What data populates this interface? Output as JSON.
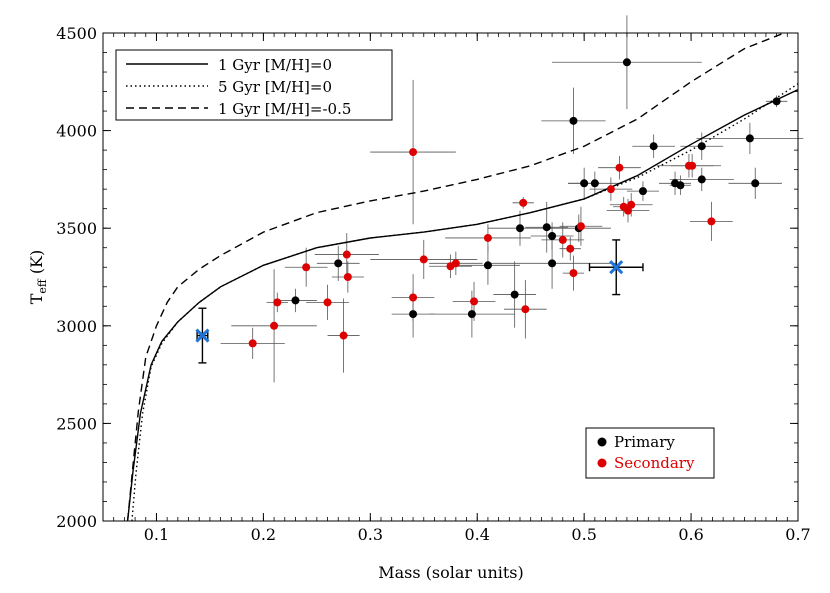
{
  "chart_data": {
    "type": "scatter",
    "xlabel": "Mass (solar units)",
    "ylabel_main": "T",
    "ylabel_sub": "eff",
    "ylabel_unit": " (K)",
    "xlim": [
      0.05,
      0.7
    ],
    "ylim": [
      2000,
      4500
    ],
    "x_ticks": [
      0.1,
      0.2,
      0.3,
      0.4,
      0.5,
      0.6,
      0.7
    ],
    "x_tick_labels": [
      "0.1",
      "0.2",
      "0.3",
      "0.4",
      "0.5",
      "0.6",
      "0.7"
    ],
    "y_ticks": [
      2000,
      2500,
      3000,
      3500,
      4000,
      4500
    ],
    "y_tick_labels": [
      "2000",
      "2500",
      "3000",
      "3500",
      "4000",
      "4500"
    ],
    "grid": false,
    "models_legend_position": "top-left",
    "points_legend_position": "bottom-right",
    "models": [
      {
        "name": "1 Gyr [M/H]=0",
        "style": "solid",
        "x": [
          0.073,
          0.078,
          0.085,
          0.095,
          0.105,
          0.12,
          0.14,
          0.16,
          0.2,
          0.25,
          0.3,
          0.35,
          0.4,
          0.45,
          0.5,
          0.55,
          0.6,
          0.65,
          0.7
        ],
        "y": [
          2000,
          2250,
          2550,
          2800,
          2920,
          3020,
          3120,
          3200,
          3310,
          3400,
          3450,
          3480,
          3520,
          3580,
          3650,
          3770,
          3930,
          4080,
          4210
        ]
      },
      {
        "name": "5 Gyr [M/H]=0",
        "style": "dotted",
        "x": [
          0.077,
          0.081,
          0.087,
          0.095,
          0.105,
          0.12,
          0.14,
          0.16,
          0.2,
          0.25,
          0.3,
          0.35,
          0.4,
          0.45,
          0.5,
          0.55,
          0.6,
          0.65,
          0.7
        ],
        "y": [
          2000,
          2250,
          2550,
          2790,
          2910,
          3020,
          3120,
          3200,
          3310,
          3400,
          3450,
          3480,
          3520,
          3580,
          3650,
          3760,
          3900,
          4060,
          4240
        ]
      },
      {
        "name": "1 Gyr [M/H]=-0.5",
        "style": "dashed",
        "x": [
          0.073,
          0.078,
          0.083,
          0.09,
          0.1,
          0.11,
          0.12,
          0.14,
          0.16,
          0.2,
          0.25,
          0.3,
          0.35,
          0.4,
          0.45,
          0.5,
          0.55,
          0.6,
          0.65,
          0.687
        ],
        "y": [
          2000,
          2280,
          2560,
          2840,
          3000,
          3120,
          3200,
          3290,
          3360,
          3480,
          3580,
          3640,
          3690,
          3750,
          3820,
          3920,
          4060,
          4250,
          4420,
          4500
        ]
      }
    ],
    "series": [
      {
        "name": "Primary",
        "color": "#000000",
        "points": [
          {
            "x": 0.23,
            "y": 3130,
            "xerr": 0.02,
            "yerr": 60
          },
          {
            "x": 0.27,
            "y": 3320,
            "xerr": 0.02,
            "yerr": 90
          },
          {
            "x": 0.34,
            "y": 3060,
            "xerr": 0.02,
            "yerr": 120
          },
          {
            "x": 0.395,
            "y": 3060,
            "xerr": 0.04,
            "yerr": 120
          },
          {
            "x": 0.41,
            "y": 3310,
            "xerr": 0.03,
            "yerr": 100
          },
          {
            "x": 0.435,
            "y": 3160,
            "xerr": 0.02,
            "yerr": 170
          },
          {
            "x": 0.44,
            "y": 3500,
            "xerr": 0.03,
            "yerr": 90
          },
          {
            "x": 0.465,
            "y": 3505,
            "xerr": 0.02,
            "yerr": 130
          },
          {
            "x": 0.47,
            "y": 3460,
            "xerr": 0.02,
            "yerr": 70
          },
          {
            "x": 0.47,
            "y": 3320,
            "xerr": 0.06,
            "yerr": 130
          },
          {
            "x": 0.49,
            "y": 4050,
            "xerr": 0.03,
            "yerr": 170
          },
          {
            "x": 0.495,
            "y": 3500,
            "xerr": 0.03,
            "yerr": 70
          },
          {
            "x": 0.5,
            "y": 3730,
            "xerr": 0.015,
            "yerr": 80
          },
          {
            "x": 0.51,
            "y": 3730,
            "xerr": 0.025,
            "yerr": 60
          },
          {
            "x": 0.54,
            "y": 4350,
            "xerr": 0.07,
            "yerr": 240
          },
          {
            "x": 0.555,
            "y": 3690,
            "xerr": 0.015,
            "yerr": 50
          },
          {
            "x": 0.565,
            "y": 3920,
            "xerr": 0.02,
            "yerr": 60
          },
          {
            "x": 0.585,
            "y": 3730,
            "xerr": 0.015,
            "yerr": 60
          },
          {
            "x": 0.59,
            "y": 3720,
            "xerr": 0.01,
            "yerr": 50
          },
          {
            "x": 0.61,
            "y": 3920,
            "xerr": 0.02,
            "yerr": 70
          },
          {
            "x": 0.61,
            "y": 3750,
            "xerr": 0.03,
            "yerr": 60
          },
          {
            "x": 0.655,
            "y": 3960,
            "xerr": 0.05,
            "yerr": 80
          },
          {
            "x": 0.66,
            "y": 3730,
            "xerr": 0.025,
            "yerr": 80
          },
          {
            "x": 0.68,
            "y": 4150,
            "xerr": 0.01,
            "yerr": 30
          }
        ]
      },
      {
        "name": "Secondary",
        "color": "#dd0000",
        "points": [
          {
            "x": 0.19,
            "y": 2910,
            "xerr": 0.03,
            "yerr": 80
          },
          {
            "x": 0.21,
            "y": 3000,
            "xerr": 0.04,
            "yerr": 290
          },
          {
            "x": 0.213,
            "y": 3120,
            "xerr": 0.01,
            "yerr": 50
          },
          {
            "x": 0.24,
            "y": 3300,
            "xerr": 0.02,
            "yerr": 100
          },
          {
            "x": 0.26,
            "y": 3120,
            "xerr": 0.02,
            "yerr": 90
          },
          {
            "x": 0.275,
            "y": 2950,
            "xerr": 0.015,
            "yerr": 190
          },
          {
            "x": 0.278,
            "y": 3365,
            "xerr": 0.03,
            "yerr": 110
          },
          {
            "x": 0.279,
            "y": 3250,
            "xerr": 0.015,
            "yerr": 80
          },
          {
            "x": 0.34,
            "y": 3890,
            "xerr": 0.04,
            "yerr": 370
          },
          {
            "x": 0.34,
            "y": 3145,
            "xerr": 0.02,
            "yerr": 120
          },
          {
            "x": 0.35,
            "y": 3340,
            "xerr": 0.05,
            "yerr": 100
          },
          {
            "x": 0.375,
            "y": 3305,
            "xerr": 0.02,
            "yerr": 60
          },
          {
            "x": 0.38,
            "y": 3320,
            "xerr": 0.025,
            "yerr": 60
          },
          {
            "x": 0.397,
            "y": 3125,
            "xerr": 0.02,
            "yerr": 100
          },
          {
            "x": 0.41,
            "y": 3450,
            "xerr": 0.04,
            "yerr": 70
          },
          {
            "x": 0.443,
            "y": 3630,
            "xerr": 0.01,
            "yerr": 30
          },
          {
            "x": 0.445,
            "y": 3085,
            "xerr": 0.02,
            "yerr": 150
          },
          {
            "x": 0.48,
            "y": 3440,
            "xerr": 0.02,
            "yerr": 90
          },
          {
            "x": 0.487,
            "y": 3395,
            "xerr": 0.01,
            "yerr": 60
          },
          {
            "x": 0.49,
            "y": 3270,
            "xerr": 0.01,
            "yerr": 90
          },
          {
            "x": 0.497,
            "y": 3510,
            "xerr": 0.02,
            "yerr": 100
          },
          {
            "x": 0.525,
            "y": 3700,
            "xerr": 0.02,
            "yerr": 60
          },
          {
            "x": 0.533,
            "y": 3810,
            "xerr": 0.02,
            "yerr": 60
          },
          {
            "x": 0.537,
            "y": 3610,
            "xerr": 0.01,
            "yerr": 50
          },
          {
            "x": 0.541,
            "y": 3590,
            "xerr": 0.02,
            "yerr": 60
          },
          {
            "x": 0.544,
            "y": 3620,
            "xerr": 0.02,
            "yerr": 60
          },
          {
            "x": 0.598,
            "y": 3820,
            "xerr": 0.03,
            "yerr": 60
          },
          {
            "x": 0.601,
            "y": 3820,
            "xerr": 0.02,
            "yerr": 60
          },
          {
            "x": 0.619,
            "y": 3535,
            "xerr": 0.02,
            "yerr": 100
          }
        ]
      },
      {
        "name": "",
        "color": "#1e74d8",
        "marker": "x",
        "points": [
          {
            "x": 0.143,
            "y": 2950,
            "xerr": 0.005,
            "yerr": 140
          },
          {
            "x": 0.53,
            "y": 3300,
            "xerr": 0.025,
            "yerr": 140
          }
        ]
      }
    ]
  }
}
